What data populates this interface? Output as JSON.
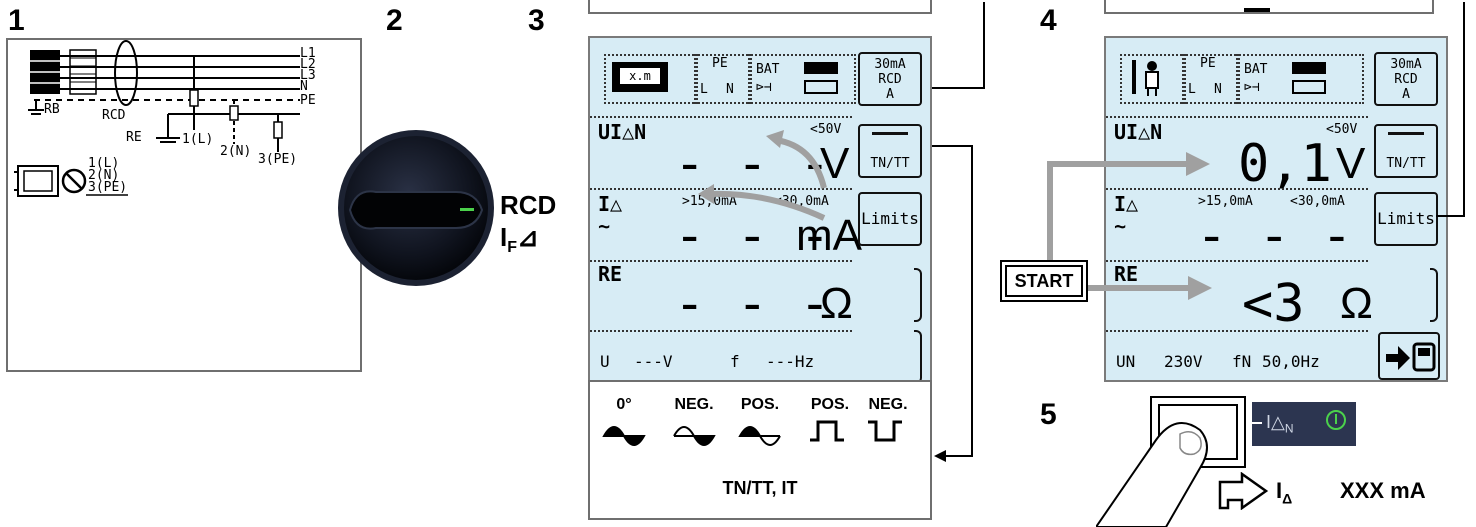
{
  "steps": {
    "s1": "1",
    "s2": "2",
    "s3": "3",
    "s4": "4",
    "s5": "5"
  },
  "circuit": {
    "lines": [
      "L1",
      "L2",
      "L3",
      "N",
      "PE"
    ],
    "rb": "RB",
    "rcd": "RCD",
    "re": "RE",
    "p1": "1(L)",
    "p2": "2(N)",
    "p3": "3(PE)",
    "legend_lines": [
      "1(L)",
      "2(N)",
      "3(PE)"
    ]
  },
  "dial": {
    "line1": "RCD",
    "line2_main": "I",
    "line2_sub": "F"
  },
  "display1": {
    "icon_text": "x.m",
    "pe_label": "PE",
    "l_label": "L",
    "n_label": "N",
    "bat_label": "BAT",
    "rcd_button": [
      "30mA",
      "RCD",
      "A"
    ],
    "u_label": "UI△N",
    "u_limit": "<50V",
    "u_value": "- - -",
    "u_unit": "V",
    "tntt": "TN/TT",
    "i_label": "I△",
    "i_tilde": "∼",
    "i_limit1": ">15,0mA",
    "i_limit2": "<30,0mA",
    "i_value": "- - -",
    "i_unit": "mA",
    "limits": "Limits",
    "re_label": "RE",
    "re_value": "- - -",
    "re_unit": "Ω",
    "bottom_u": "U",
    "bottom_u_val": "---V",
    "bottom_f": "f",
    "bottom_f_val": "---Hz"
  },
  "waves": {
    "labels": [
      "0°",
      "NEG.",
      "POS.",
      "POS.",
      "NEG."
    ],
    "caption": "TN/TT, IT"
  },
  "display2": {
    "pe_label": "PE",
    "l_label": "L",
    "n_label": "N",
    "bat_label": "BAT",
    "rcd_button": [
      "30mA",
      "RCD",
      "A"
    ],
    "u_label": "UI△N",
    "u_limit": "<50V",
    "u_value": "0,1",
    "u_unit": "V",
    "tntt": "TN/TT",
    "i_label": "I△",
    "i_tilde": "∼",
    "i_limit1": ">15,0mA",
    "i_limit2": "<30,0mA",
    "i_value": "- - -",
    "limits": "Limits",
    "re_label": "RE",
    "re_value": "<3",
    "re_unit": "Ω",
    "un_label": "UN",
    "un_value": "230V",
    "fn_label": "fN",
    "fn_value": "50,0Hz"
  },
  "start_button": "START",
  "step5": {
    "tag_main": "I△",
    "tag_sub": "N",
    "result_i": "I",
    "result_sub": "Δ",
    "result_value": "XXX mA"
  },
  "colors": {
    "lcd_bg": "#d7ecf5",
    "arrow_gray": "#a0a0a0",
    "dial_dark": "#0b0f18",
    "led_green": "#4bd14b"
  }
}
